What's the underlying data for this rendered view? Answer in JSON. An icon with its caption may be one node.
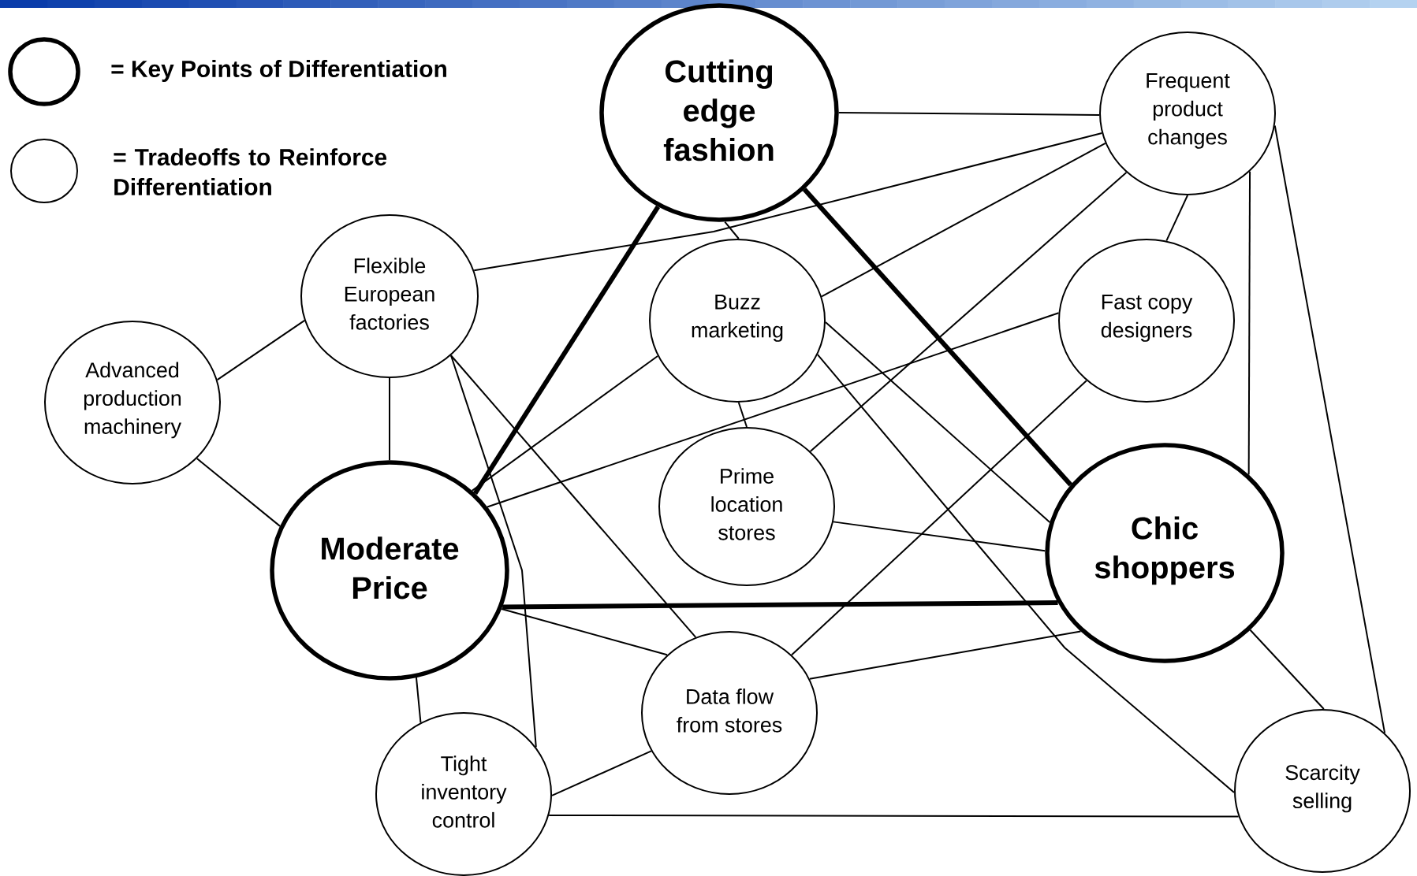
{
  "diagram": {
    "nodes": [
      {
        "text": [
          "Cutting edge fashion"
        ]
      },
      {
        "text": [
          "Frequent product changes"
        ]
      },
      {
        "text": [
          "Flexible European factories"
        ]
      },
      {
        "text": [
          "Buzz marketing"
        ]
      },
      {
        "text": [
          "Fast copy designers"
        ]
      },
      {
        "text": [
          "Advanced production machinery"
        ]
      },
      {
        "text": [
          "Prime location stores"
        ]
      },
      {
        "text": [
          "Moderate Price"
        ]
      },
      {
        "text": [
          "Chic shoppers"
        ]
      },
      {
        "text": [
          "Data flow from stores"
        ]
      },
      {
        "text": [
          "Tight inventory control"
        ]
      },
      {
        "text": [
          "Scarcity selling"
        ]
      }
    ],
    "edges": [
      {
        "from": 0,
        "to": 7,
        "arrow": "none",
        "style": "thick"
      },
      {
        "from": 0,
        "to": 8,
        "arrow": "none",
        "style": "thick"
      },
      {
        "from": 7,
        "to": 8,
        "arrow": "none",
        "style": "thick"
      },
      {
        "from": 0,
        "to": 1,
        "arrow": "none"
      },
      {
        "from": 0,
        "to": 3,
        "arrow": "none"
      },
      {
        "from": 2,
        "to": 1,
        "arrow": "none"
      },
      {
        "from": 3,
        "to": 1,
        "arrow": "none"
      },
      {
        "from": 6,
        "to": 1,
        "arrow": "none"
      },
      {
        "from": 1,
        "to": 4,
        "arrow": "none"
      },
      {
        "from": 1,
        "to": 8,
        "arrow": "none"
      },
      {
        "from": 1,
        "to": 11,
        "arrow": "none"
      },
      {
        "from": 2,
        "to": 5,
        "arrow": "none"
      },
      {
        "from": 2,
        "to": 7,
        "arrow": "none"
      },
      {
        "from": 2,
        "to": 10,
        "arrow": "none"
      },
      {
        "from": 2,
        "to": 9,
        "arrow": "none"
      },
      {
        "from": 3,
        "to": 7,
        "arrow": "none"
      },
      {
        "from": 3,
        "to": 6,
        "arrow": "none"
      },
      {
        "from": 3,
        "to": 8,
        "arrow": "none"
      },
      {
        "from": 3,
        "to": 11,
        "arrow": "none"
      },
      {
        "from": 4,
        "to": 7,
        "arrow": "none"
      },
      {
        "from": 4,
        "to": 9,
        "arrow": "none"
      },
      {
        "from": 5,
        "to": 7,
        "arrow": "none"
      },
      {
        "from": 6,
        "to": 8,
        "arrow": "none"
      },
      {
        "from": 7,
        "to": 9,
        "arrow": "none"
      },
      {
        "from": 7,
        "to": 10,
        "arrow": "none"
      },
      {
        "from": 9,
        "to": 8,
        "arrow": "none"
      },
      {
        "from": 9,
        "to": 10,
        "arrow": "none"
      },
      {
        "from": 10,
        "to": 11,
        "arrow": "none"
      },
      {
        "from": 8,
        "to": 11,
        "arrow": "none"
      }
    ],
    "legend": [
      {
        "text": "= Key Points of Differentiation"
      },
      {
        "text": "= Tradeoffs to Reinforce Differentiation"
      }
    ]
  }
}
